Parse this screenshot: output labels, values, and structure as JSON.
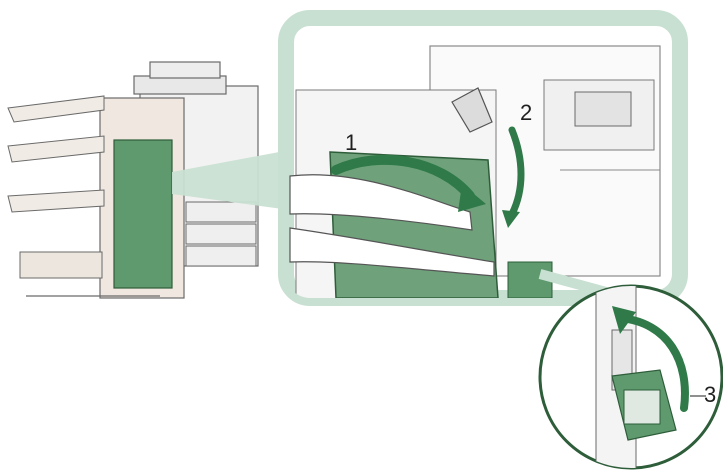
{
  "steps": [
    {
      "number": "1",
      "action": "open-front-cover"
    },
    {
      "number": "2",
      "action": "lower-lever"
    },
    {
      "number": "3",
      "action": "close-inner-cover"
    }
  ],
  "colors": {
    "cover_green": "#5f9a6e",
    "cover_green_dark": "#2e5d3a",
    "arrow_green": "#2f7a48",
    "frame_mint": "#c8e0d2",
    "machine_gray": "#e6e6e6",
    "line_gray": "#5a5a5a",
    "finisher_beige": "#efe7e0"
  }
}
